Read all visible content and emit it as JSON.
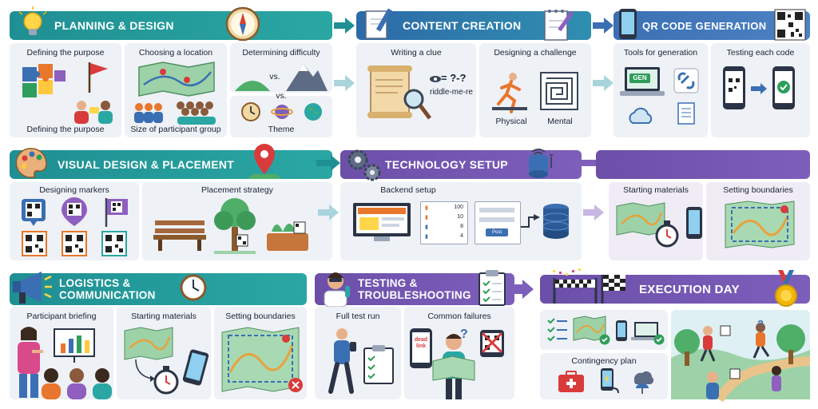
{
  "sections": {
    "planning": {
      "title": "PLANNING & DESIGN",
      "defining_purpose_top": "Defining the purpose",
      "defining_purpose_bottom": "Defining the purpose",
      "choosing_location": "Choosing a location",
      "participant_group": "Size of participant group",
      "determining_difficulty": "Determining difficulty",
      "vs1": "vs.",
      "vs2": "vs.",
      "theme": "Theme"
    },
    "content": {
      "title": "CONTENT CREATION",
      "writing_clue": "Writing a clue",
      "riddle_symbols": "= ?-?",
      "riddle_text": "riddle-me-re",
      "designing_challenge": "Designing a challenge",
      "physical": "Physical",
      "mental": "Mental"
    },
    "qr": {
      "title": "QR CODE GENERATION",
      "tools": "Tools for generation",
      "gen_button": "GEN",
      "testing": "Testing each code"
    },
    "visual": {
      "title": "VISUAL DESIGN & PLACEMENT",
      "designing_markers": "Designing markers",
      "placement": "Placement strategy"
    },
    "tech": {
      "title": "TECHNOLOGY SETUP",
      "backend": "Backend setup",
      "val1": "100",
      "val2": "10",
      "val3": "8",
      "val4": "4",
      "form_button": "Post"
    },
    "startbound": {
      "starting_materials": "Starting materials",
      "setting_boundaries": "Setting boundaries"
    },
    "logistics": {
      "title_line1": "LOGISTICS &",
      "title_line2": "COMMUNICATION",
      "briefing": "Participant briefing",
      "starting_materials": "Starting materials",
      "setting_boundaries": "Setting boundaries"
    },
    "testing": {
      "title_line1": "TESTING &",
      "title_line2": "TROUBLESHOOTING",
      "full_test": "Full test run",
      "common_failures": "Common failures",
      "dead_link": "dead link"
    },
    "execution": {
      "title": "EXECUTION DAY",
      "contingency": "Contingency plan"
    }
  },
  "colors": {
    "teal": "#1f8f93",
    "blue": "#3b6fb3",
    "purple": "#6b4fa8",
    "panel": "#eef1f6",
    "arrow": "#a9d4dc",
    "orange": "#e8762c",
    "green": "#2e9e5a",
    "red": "#d93b3b"
  }
}
